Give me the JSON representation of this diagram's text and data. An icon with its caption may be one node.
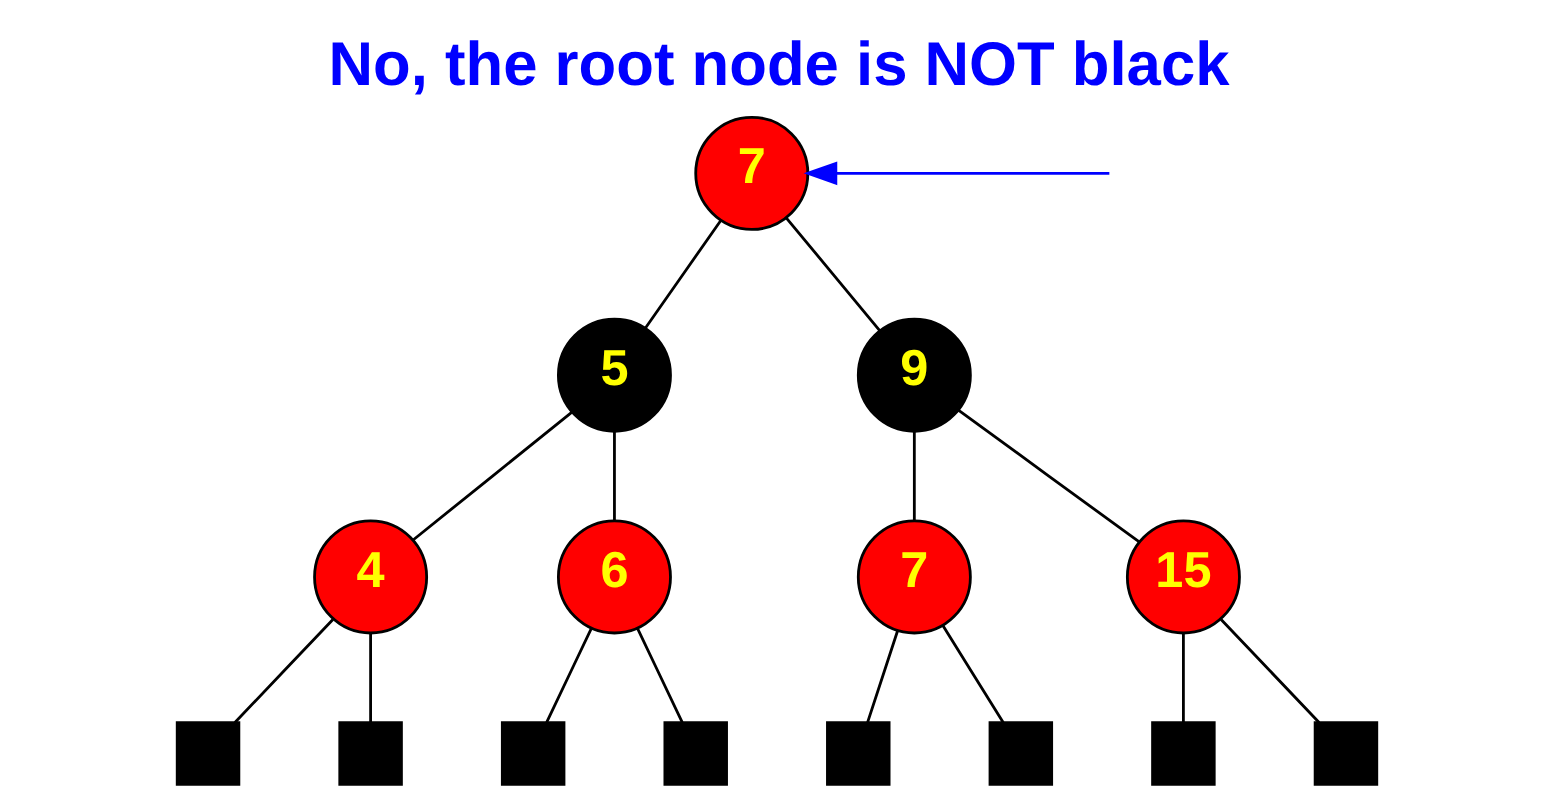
{
  "diagram": {
    "title": "No, the root node is NOT black",
    "nodes": [
      {
        "text": [
          "7"
        ]
      },
      {
        "text": [
          "5"
        ]
      },
      {
        "text": [
          "9"
        ]
      },
      {
        "text": [
          "4"
        ]
      },
      {
        "text": [
          "6"
        ]
      },
      {
        "text": [
          "7"
        ]
      },
      {
        "text": [
          "15"
        ]
      },
      {
        "text": [],
        "shape": "box"
      },
      {
        "text": [],
        "shape": "box"
      },
      {
        "text": [],
        "shape": "box"
      },
      {
        "text": [],
        "shape": "box"
      },
      {
        "text": [],
        "shape": "box"
      },
      {
        "text": [],
        "shape": "box"
      },
      {
        "text": [],
        "shape": "box"
      },
      {
        "text": [],
        "shape": "box"
      }
    ],
    "edges": [
      {
        "from": 0,
        "to": 1,
        "arrow": "none"
      },
      {
        "from": 0,
        "to": 2,
        "arrow": "none"
      },
      {
        "from": 1,
        "to": 3,
        "arrow": "none"
      },
      {
        "from": 1,
        "to": 4,
        "arrow": "none"
      },
      {
        "from": 2,
        "to": 5,
        "arrow": "none"
      },
      {
        "from": 2,
        "to": 6,
        "arrow": "none"
      },
      {
        "from": 3,
        "to": 7,
        "arrow": "none"
      },
      {
        "from": 3,
        "to": 8,
        "arrow": "none"
      },
      {
        "from": 4,
        "to": 9,
        "arrow": "none"
      },
      {
        "from": 4,
        "to": 10,
        "arrow": "none"
      },
      {
        "from": 5,
        "to": 11,
        "arrow": "none"
      },
      {
        "from": 5,
        "to": 12,
        "arrow": "none"
      },
      {
        "from": 6,
        "to": 13,
        "arrow": "none"
      },
      {
        "from": 6,
        "to": 14,
        "arrow": "none"
      },
      {
        "from": null,
        "to": 0,
        "arrow": "to",
        "color": "#0000ff"
      }
    ]
  }
}
